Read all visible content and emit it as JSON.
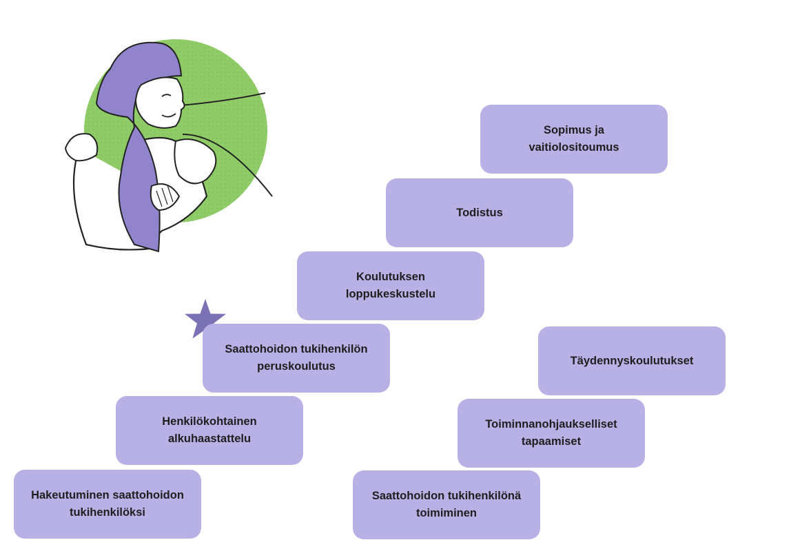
{
  "colors": {
    "box_fill": "#b8b1e6",
    "star": "#7b72b5",
    "headscarf": "#9284cc",
    "circle": "#8fcb67"
  },
  "illustration": {
    "description_icon": "woman-in-headscarf-illustration"
  },
  "left_path": [
    {
      "id": "hakeutuminen",
      "label": "Hakeutuminen saattohoidon\ntukihenkilöksi"
    },
    {
      "id": "alkuhaastattelu",
      "label": "Henkilökohtainen\nalkuhaastattelu"
    },
    {
      "id": "peruskoulutus",
      "label": "Saattohoidon tukihenkilön\nperuskoulutus"
    },
    {
      "id": "loppukeskustelu",
      "label": "Koulutuksen\nloppukeskustelu"
    },
    {
      "id": "todistus",
      "label": "Todistus"
    },
    {
      "id": "sopimus",
      "label": "Sopimus ja\nvaitiolositoumus"
    }
  ],
  "right_path": [
    {
      "id": "toimiminen",
      "label": "Saattohoidon tukihenkilönä\ntoimiminen"
    },
    {
      "id": "tapaamiset",
      "label": "Toiminnanohjaukselliset\ntapaamiset"
    },
    {
      "id": "taydennys",
      "label": "Täydennyskoulutukset"
    }
  ]
}
